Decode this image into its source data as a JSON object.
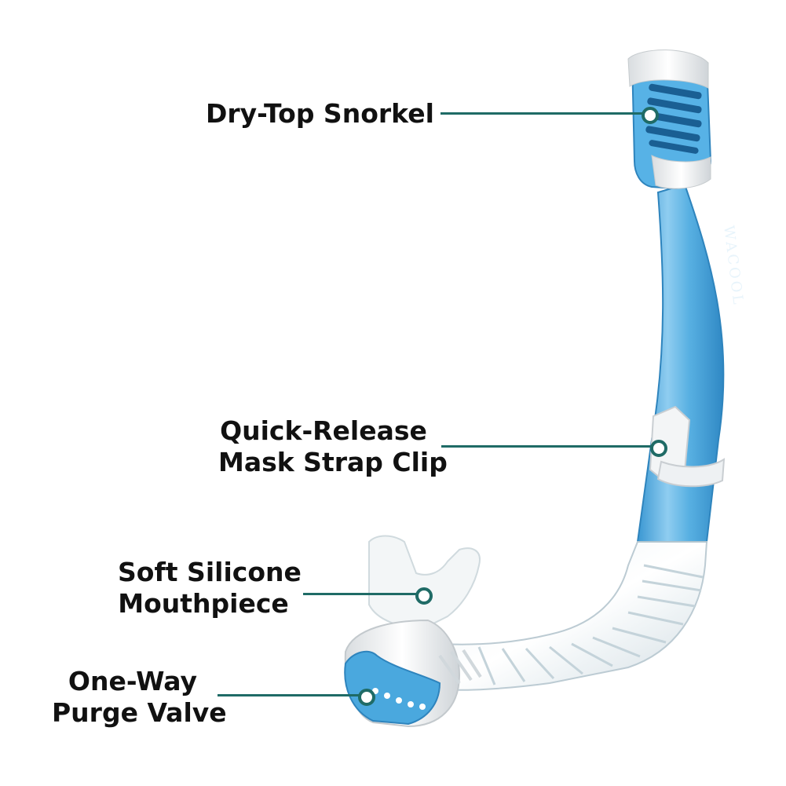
{
  "product": {
    "brand_mark": "WACOOL",
    "colors": {
      "tube": "#4aa8de",
      "tube_light": "#7cc3ea",
      "accent_line": "#1f6b66",
      "white_part": "#f1f3f4"
    }
  },
  "callouts": [
    {
      "id": "dry-top",
      "lines": [
        "Dry-Top Snorkel"
      ]
    },
    {
      "id": "clip",
      "lines": [
        "Quick-Release",
        "Mask Strap Clip"
      ]
    },
    {
      "id": "mouthpiece",
      "lines": [
        "Soft Silicone",
        "Mouthpiece"
      ]
    },
    {
      "id": "purge",
      "lines": [
        "One-Way",
        "Purge Valve"
      ]
    }
  ]
}
